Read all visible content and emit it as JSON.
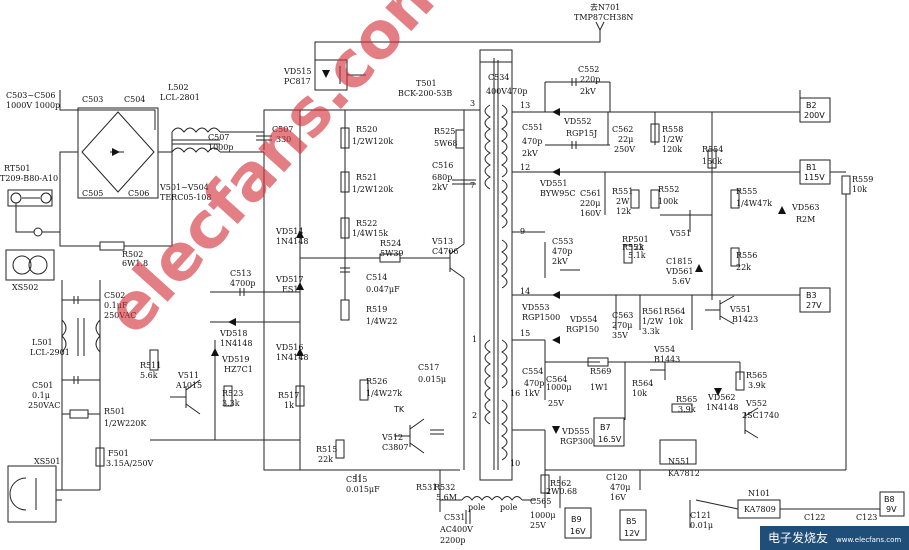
{
  "top": {
    "dest": "去N701",
    "dest_ic": "TMP87CH38N"
  },
  "inlet": {
    "c503_506": "C503~C506",
    "c503_506_v": "1000V 1000p",
    "c503": "C503",
    "c504": "C504",
    "c505": "C505",
    "c506": "C506",
    "rt501": "RT501",
    "rt501_v": "T209-B80-A10",
    "xs502": "XS502",
    "r502": "R502",
    "r502_v": "6W1.8",
    "c502": "C502",
    "c502_v1": "0.1μF",
    "c502_v2": "250VAC",
    "l501": "L501",
    "l501_v": "LCL-2901",
    "c501": "C501",
    "c501_v1": "0.1μ",
    "c501_v2": "250VAC",
    "r501": "R501",
    "r501_v": "1/2W220K",
    "f501": "F501",
    "f501_v": "3.15A/250V",
    "xs501": "XS501"
  },
  "filter": {
    "l502": "L502",
    "l502_v": "LCL-2801",
    "c507a": "C507",
    "c507a_v": "1000p",
    "c507b": "C507",
    "c507b_v": "330",
    "v501": "V501~V504",
    "v501_v": "TERC05-108"
  },
  "primary": {
    "vd515": "VD515",
    "vd515_v": "PC817",
    "t501": "T501",
    "t501_v": "BCK-200-53B",
    "c534": "C534",
    "c534_v": "400V470p",
    "r520": "R520",
    "r520_v": "1/2W120k",
    "r521": "R521",
    "r521_v": "1/2W120k",
    "r522": "R522",
    "r522_v": "1/4W15k",
    "r524": "R524",
    "r524_v": "5W39",
    "r525": "R525",
    "r525_v": "5W68",
    "c516": "C516",
    "c516_v1": "680p",
    "c516_v2": "2kV",
    "vd514": "VD514",
    "vd514_v": "1N4148",
    "vd517": "VD517",
    "vd517_v": "ES1",
    "vd516": "VD516",
    "vd516_v": "1N4148",
    "vd518": "VD518",
    "vd518_v": "1N4148",
    "vd519": "VD519",
    "vd519_v": "HZ7C1",
    "c513": "C513",
    "c513_v": "4700p",
    "c514": "C514",
    "c514_v": "0.047μF",
    "r519": "R519",
    "r519_v": "1/4W22",
    "v513": "V513",
    "v513_v": "C4706",
    "r511": "R511",
    "r511_v": "5.6k",
    "v511": "V511",
    "v511_v": "A1015",
    "r523": "R523",
    "r523_v": "3.3k",
    "r517": "R517",
    "r517_v": "1k",
    "r526": "R526",
    "r526_v": "1/4W27k",
    "c517": "C517",
    "c517_v": "0.015μ",
    "tk": "TK",
    "v512": "V512",
    "v512_v": "C3807",
    "r515": "R515",
    "r515_v": "22k",
    "c515": "C515",
    "c515_v": "0.015μF",
    "r531": "R531",
    "r532": "R532",
    "r532_v": "5.6M",
    "pole1": "pole",
    "pole2": "pole",
    "c531": "C531",
    "c531_v1": "AC400V",
    "c531_v2": "2200p"
  },
  "pins": [
    "3",
    "7",
    "9",
    "1",
    "2",
    "13",
    "12",
    "14",
    "15",
    "16",
    "10"
  ],
  "secondary": {
    "c552": "C552",
    "c552_v1": "220p",
    "c552_v2": "2kV",
    "vd552": "VD552",
    "vd552_v": "RGP15J",
    "c551": "C551",
    "c551_v1": "470p",
    "c551_v2": "2kV",
    "c562": "C562",
    "c562_v1": "22μ",
    "c562_v2": "250V",
    "r558": "R558",
    "r558_v1": "1/2W",
    "r558_v2": "120k",
    "r554": "R554",
    "r554_v": "150k",
    "vd551": "VD551",
    "vd551_v": "BYW95C",
    "c561": "C561",
    "c561_v1": "220μ",
    "c561_v2": "160V",
    "r551": "R551",
    "r551_v1": "2W",
    "r551_v2": "12k",
    "r552": "R552",
    "r552_v": "100k",
    "r555": "R555",
    "r555_v": "1/4W47k",
    "vd563": "VD563",
    "vd563_v": "R2M",
    "r559": "R559",
    "r559_v": "10k",
    "v551a": "V551",
    "rp501": "RP501",
    "r553": "R553",
    "r553_v": "5.1k",
    "rp501_v": "2k",
    "c553": "C553",
    "c553_v1": "470p",
    "c553_v2": "2kV",
    "c1815": "C1815",
    "vd561": "VD561",
    "vd561_v": "5.6V",
    "r556": "R556",
    "r556_v": "22k",
    "vd553": "VD553",
    "vd553_v": "RGP1500",
    "vd554": "VD554",
    "vd554_v": "RGP150",
    "c563": "C563",
    "c563_v1": "270μ",
    "c563_v2": "35V",
    "r561": "R561",
    "r561_v1": "1/2W",
    "r561_v2": "3.3k",
    "r564a": "R564",
    "r564a_v": "10k",
    "v551b": "V551",
    "v551b_v": "B1423",
    "c554": "C554",
    "c554_v1": "470p",
    "c554_v2": "1kV",
    "c564": "C564",
    "c564_v1": "1000μ",
    "c564_v2": "25V",
    "r569": "R569",
    "r569_v": "1W1",
    "v554": "V554",
    "v554_v": "B1443",
    "r564b": "R564",
    "r564b_v": "10k",
    "r565a": "R565",
    "r565a_v": "3.9k",
    "vd562": "VD562",
    "vd562_v": "1N4148",
    "r565b": "R565",
    "r565b_v": "3.9k",
    "v552": "V552",
    "v552_v": "2SC1740",
    "vd555": "VD555",
    "vd555_v": "RGP300",
    "r562": "R562",
    "r562_v": "2W0.68",
    "c565": "C565",
    "c565_v1": "1000μ",
    "c565_v2": "25V",
    "n551": "N551",
    "n551_v": "KA7812",
    "c120": "C120",
    "c120_v1": "470μ",
    "c120_v2": "16V",
    "c121": "C121",
    "c121_v": "0.01μ",
    "n101": "N101",
    "n101_v": "KA7809",
    "c122": "C122",
    "c123": "C123"
  },
  "outputs": {
    "b2": {
      "name": "B2",
      "v": "200V"
    },
    "b1": {
      "name": "B1",
      "v": "115V"
    },
    "b3": {
      "name": "B3",
      "v": "27V"
    },
    "b7": {
      "name": "B7",
      "v": "16.5V"
    },
    "b9": {
      "name": "B9",
      "v": "16V"
    },
    "b5": {
      "name": "B5",
      "v": "12V"
    },
    "b8": {
      "name": "B8",
      "v": "9V"
    }
  },
  "watermark": {
    "text": "elecfans.com",
    "corner": "电子发烧友",
    "corner_url": "www.elecfans.com"
  }
}
